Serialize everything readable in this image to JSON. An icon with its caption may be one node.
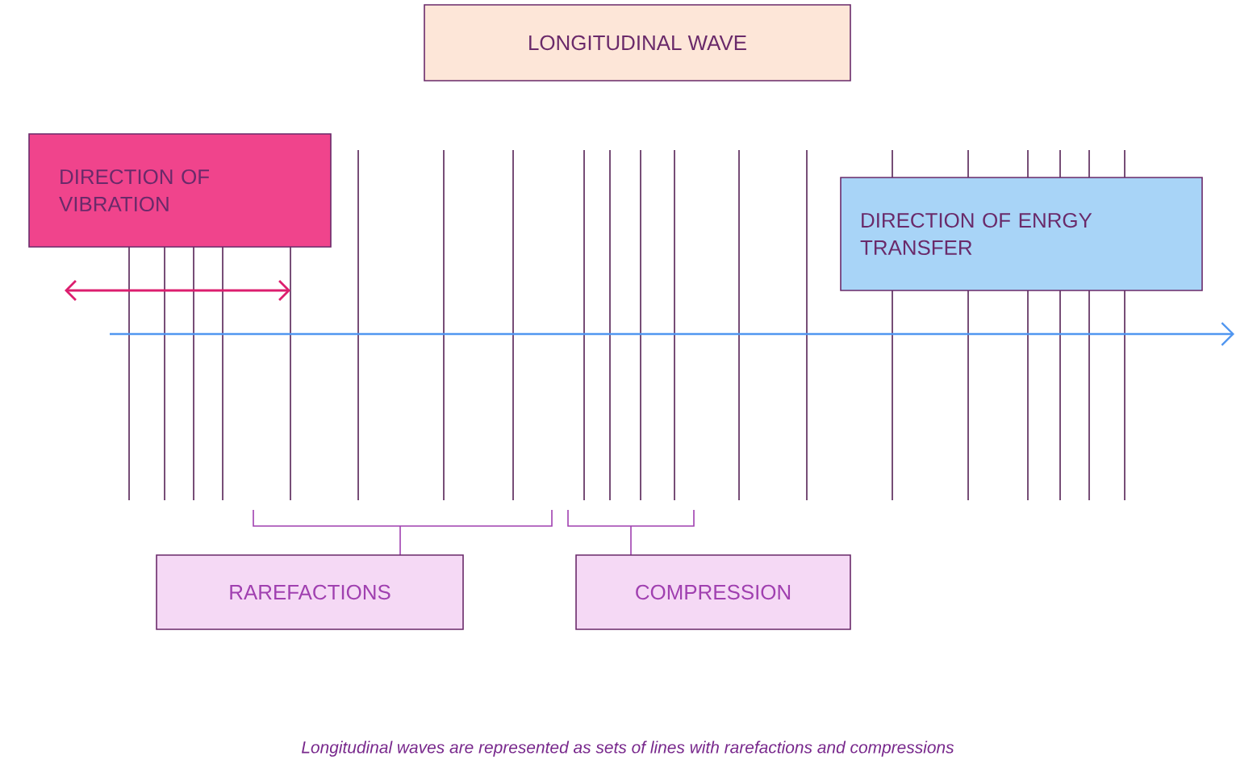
{
  "diagram": {
    "title": "LONGITUDINAL WAVE",
    "caption": "Longitudinal waves are represented as sets of lines with rarefactions and compressions",
    "nodes": [
      {
        "text": [
          "DIRECTION OF VIBRATION"
        ]
      },
      {
        "text": [
          "DIRECTION OF ENRGY TRANSFER"
        ]
      },
      {
        "text": [
          "RAREFACTIONS"
        ]
      },
      {
        "text": [
          "COMPRESSION"
        ]
      }
    ]
  }
}
